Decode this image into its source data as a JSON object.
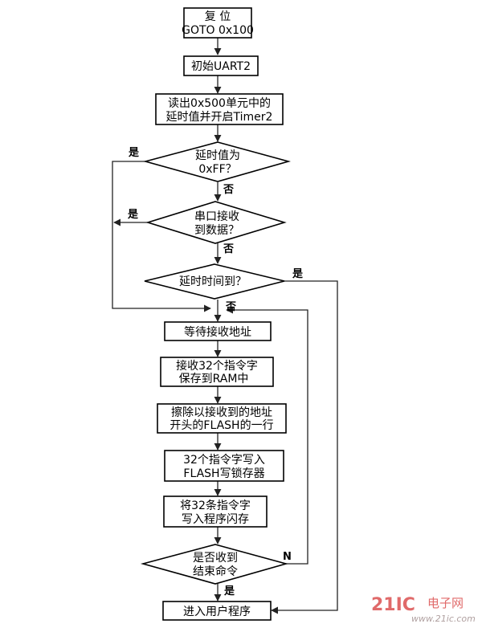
{
  "nodes": {
    "reset": {
      "line1": "复   位",
      "line2": "GOTO  0x100"
    },
    "init": {
      "line1": "初始UART2"
    },
    "read": {
      "line1": "读出0x500单元中的",
      "line2": "延时值并开启Timer2"
    },
    "dec_ff": {
      "line1": "延时值为",
      "line2": "0xFF？"
    },
    "dec_rx": {
      "line1": "串口接收",
      "line2": "到数据？"
    },
    "dec_timeout": {
      "line1": "延时时间到？"
    },
    "wait": {
      "line1": "等待接收地址"
    },
    "recv32": {
      "line1": "接收32个指令字",
      "line2": "保存到RAM中"
    },
    "erase": {
      "line1": "擦除以接收到的地址",
      "line2": "开头的FLASH的一行"
    },
    "write_latch": {
      "line1": "32个指令字写入",
      "line2": "FLASH写锁存器"
    },
    "write_flash": {
      "line1": "将32条指令字",
      "line2": "写入程序闪存"
    },
    "dec_end": {
      "line1": "是否收到",
      "line2": "结束命令"
    },
    "user": {
      "line1": "进入用户程序"
    }
  },
  "labels": {
    "ff_yes": "是",
    "ff_no": "否",
    "rx_yes": "是",
    "rx_no": "否",
    "timeout_yes": "是",
    "timeout_no": "否",
    "end_no": "N",
    "end_yes": "是"
  },
  "watermark": {
    "brand_num": "21IC",
    "brand_cn": "电子网",
    "url": "www.21ic.com"
  }
}
